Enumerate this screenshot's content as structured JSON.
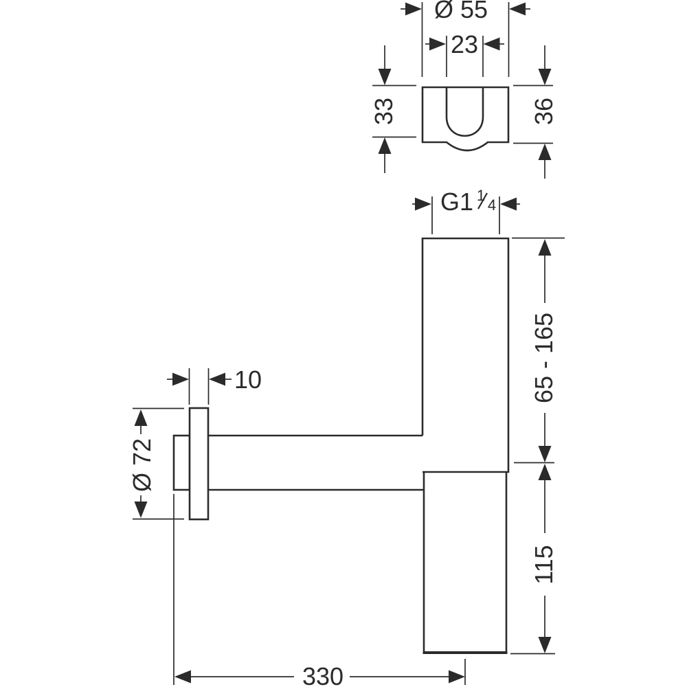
{
  "drawing": {
    "kind": "technical-dimension-drawing",
    "colors": {
      "line": "#2b2b2b",
      "background": "#ffffff"
    },
    "views": {
      "escutcheon_top": {
        "outer_diameter": "Ø 55",
        "slot_width": "23",
        "slot_depth": "33",
        "overall_height": "36"
      },
      "siphon_front": {
        "thread_display": "G1¼",
        "thread_prefix": "G1",
        "thread_fraction_numerator": "1",
        "thread_fraction_denominator": "4",
        "inlet_pipe_range": "65 - 165",
        "cup_height": "115",
        "rosette_thickness": "10",
        "rosette_diameter": "Ø 72",
        "wall_to_axis": "330"
      }
    }
  }
}
